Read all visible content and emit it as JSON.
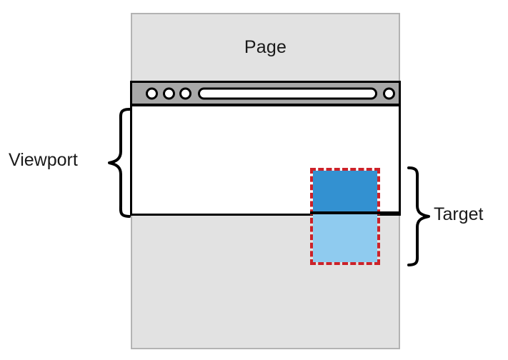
{
  "diagram": {
    "title": "Page / Viewport / Target scrolling diagram",
    "page": {
      "label": "Page",
      "fill_color": "#e2e2e2",
      "border_color": "#b3b3b3"
    },
    "browser": {
      "chrome_bar_color": "#a8a8a8",
      "outline_color": "#000000",
      "viewport_fill": "#ffffff",
      "controls": [
        {
          "name": "window-dot-1",
          "shape": "circle"
        },
        {
          "name": "window-dot-2",
          "shape": "circle"
        },
        {
          "name": "window-dot-3",
          "shape": "circle"
        },
        {
          "name": "url-bar",
          "shape": "rounded-rect"
        },
        {
          "name": "window-dot-4",
          "shape": "circle"
        }
      ]
    },
    "target": {
      "border_color": "#cc2229",
      "border_style": "dashed",
      "visible_part_color": "#3391d1",
      "hidden_part_color": "#8fcbef"
    },
    "annotations": [
      {
        "id": "viewport",
        "label": "Viewport",
        "brace_side": "right",
        "text_side": "left"
      },
      {
        "id": "target",
        "label": "Target",
        "brace_side": "left",
        "text_side": "right"
      }
    ]
  }
}
